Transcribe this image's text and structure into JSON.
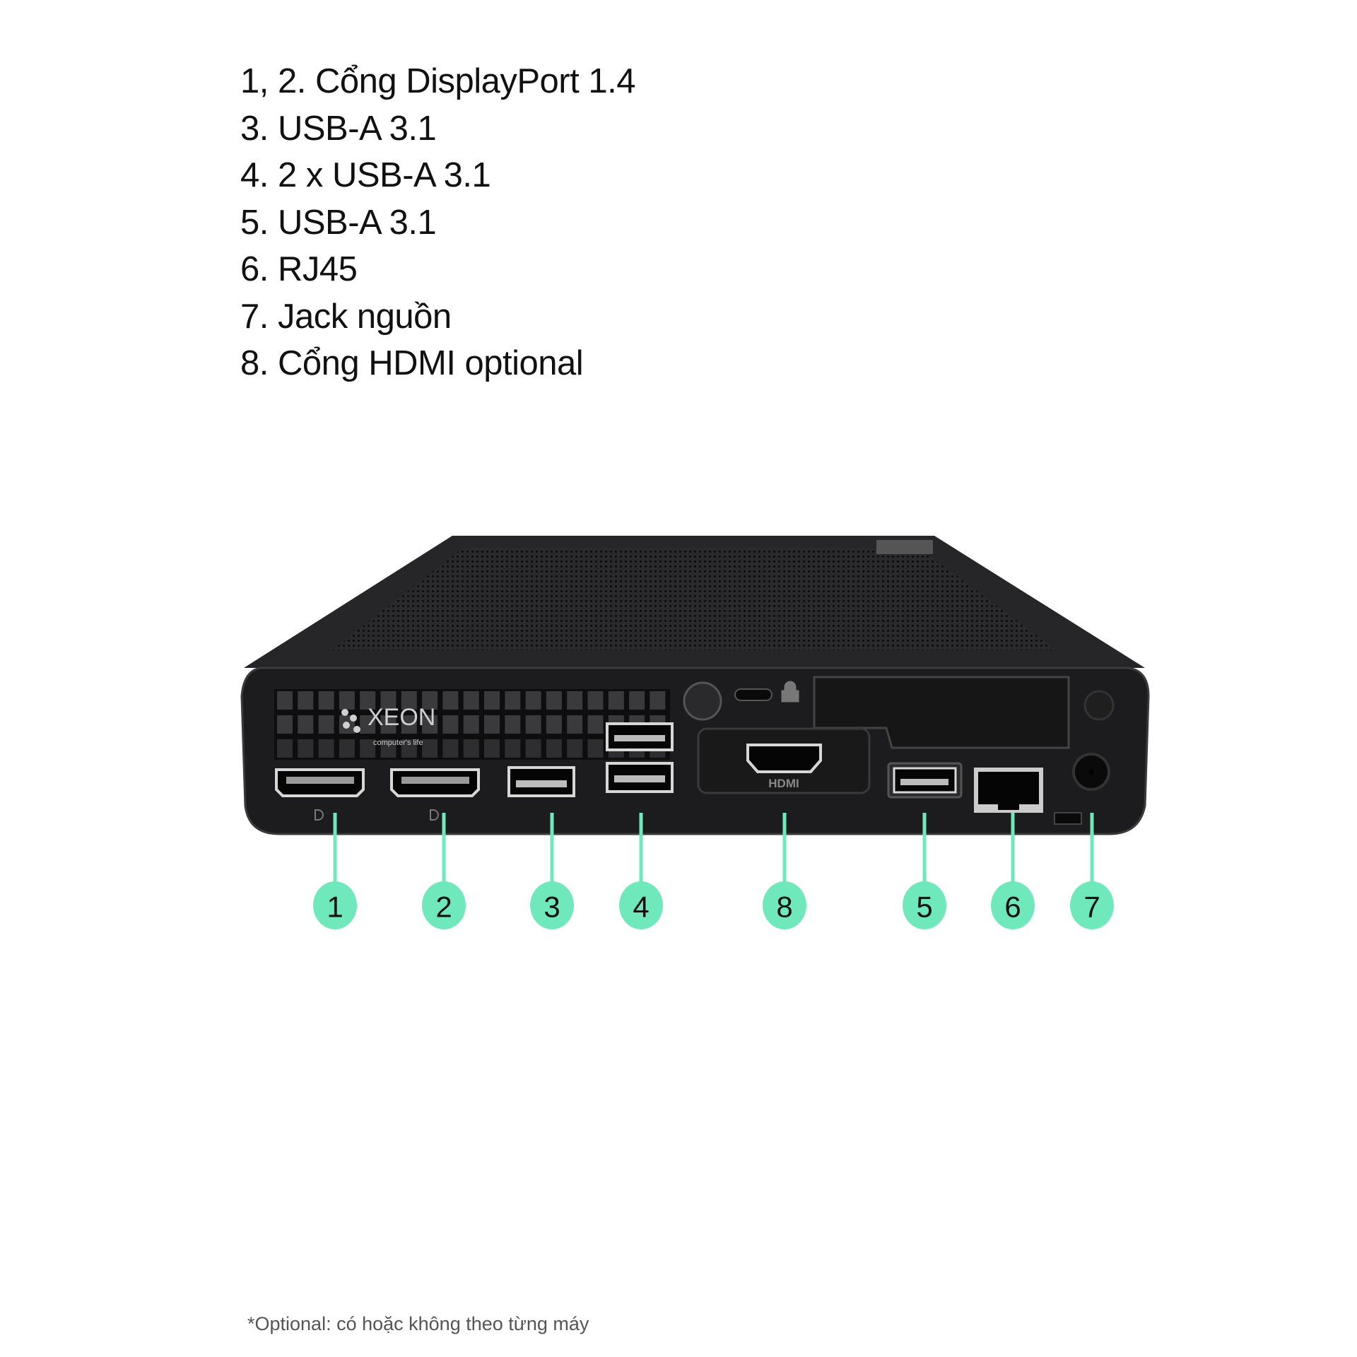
{
  "ports_list": [
    "1, 2. Cổng DisplayPort 1.4",
    "3. USB-A 3.1",
    "4. 2 x USB-A 3.1",
    "5. USB-A 3.1",
    "6. RJ45",
    "7. Jack nguồn",
    "8. Cổng HDMI optional"
  ],
  "footnote": "*Optional: có hoặc không theo từng máy",
  "device": {
    "logo": "XEON",
    "logo_tagline": "computer's life",
    "hdmi_label": "HDMI"
  },
  "markers": [
    "1",
    "2",
    "3",
    "4",
    "8",
    "5",
    "6",
    "7"
  ],
  "colors": {
    "marker": "#6fe8bc",
    "body": "#1c1c1e",
    "text": "#111111"
  }
}
